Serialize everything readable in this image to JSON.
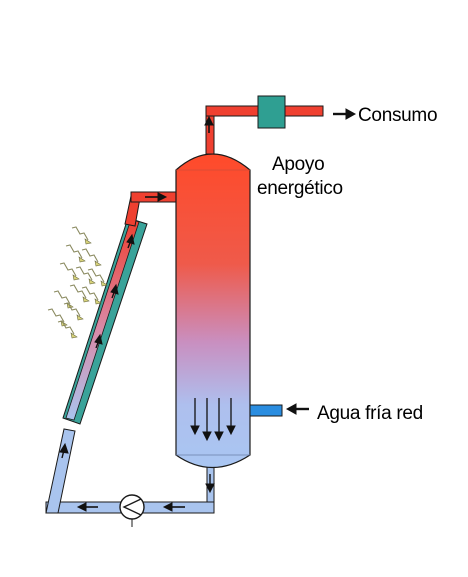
{
  "labels": {
    "consumo": "Consumo",
    "apoyo_line1": "Apoyo",
    "apoyo_line2": "energético",
    "agua_fria": "Agua fría red"
  },
  "colors": {
    "hot": "#ef4030",
    "warm": "#e77aa0",
    "cold": "#a9c4ee",
    "collector": "#3aa39a",
    "heater": "#2f9f92",
    "cold_inlet": "#2a8de0",
    "outline": "#1a1a1a"
  },
  "icons": {
    "pump": "pump-icon",
    "arrow": "arrow-icon",
    "sun": "sun-rays-icon"
  }
}
